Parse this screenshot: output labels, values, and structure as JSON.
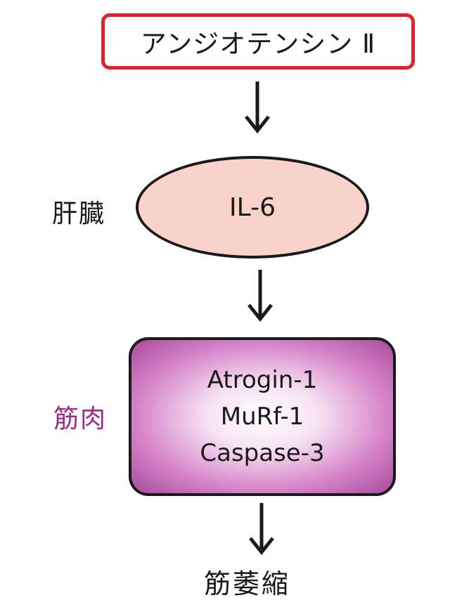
{
  "nodes": {
    "angiotensin": "アンジオテンシン Ⅱ",
    "il6": "IL-6",
    "muscle_markers": [
      "Atrogin-1",
      "MuRf-1",
      "Caspase-3"
    ]
  },
  "labels": {
    "liver": "肝臓",
    "muscle": "筋肉",
    "result": "筋萎縮"
  },
  "colors": {
    "top_border": "#e0202e",
    "il6_fill": "#f9d2c9",
    "muscle_fill": "#c26ab5",
    "muscle_label": "#a0278a"
  }
}
